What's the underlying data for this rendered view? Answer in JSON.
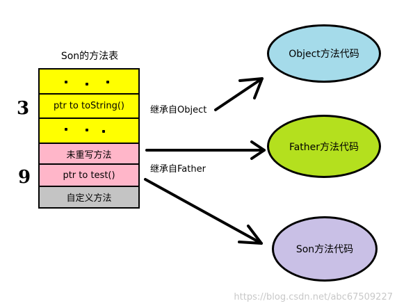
{
  "diagram": {
    "title": "Son的方法表",
    "rows": [
      {
        "label": "",
        "kind": "dots",
        "color": "#ffff00"
      },
      {
        "label": "ptr to toString()",
        "kind": "text",
        "color": "#ffff00"
      },
      {
        "label": "",
        "kind": "dots",
        "color": "#ffff00"
      },
      {
        "label": "未重写方法",
        "kind": "text",
        "color": "#ffb6c9"
      },
      {
        "label": "ptr to test()",
        "kind": "text",
        "color": "#ffb6c9"
      },
      {
        "label": "自定义方法",
        "kind": "text",
        "color": "#c4c4c4"
      }
    ],
    "side_numbers": [
      "3",
      "9"
    ],
    "edge_labels": {
      "object": "继承自Object",
      "father": "继承自Father"
    },
    "nodes": {
      "object": {
        "label": "Object方法代码",
        "color": "#a5dbea"
      },
      "father": {
        "label": "Father方法代码",
        "color": "#b4e01e"
      },
      "son": {
        "label": "Son方法代码",
        "color": "#c9c0e6"
      }
    },
    "watermark": "https://blog.csdn.net/abc67509227"
  }
}
